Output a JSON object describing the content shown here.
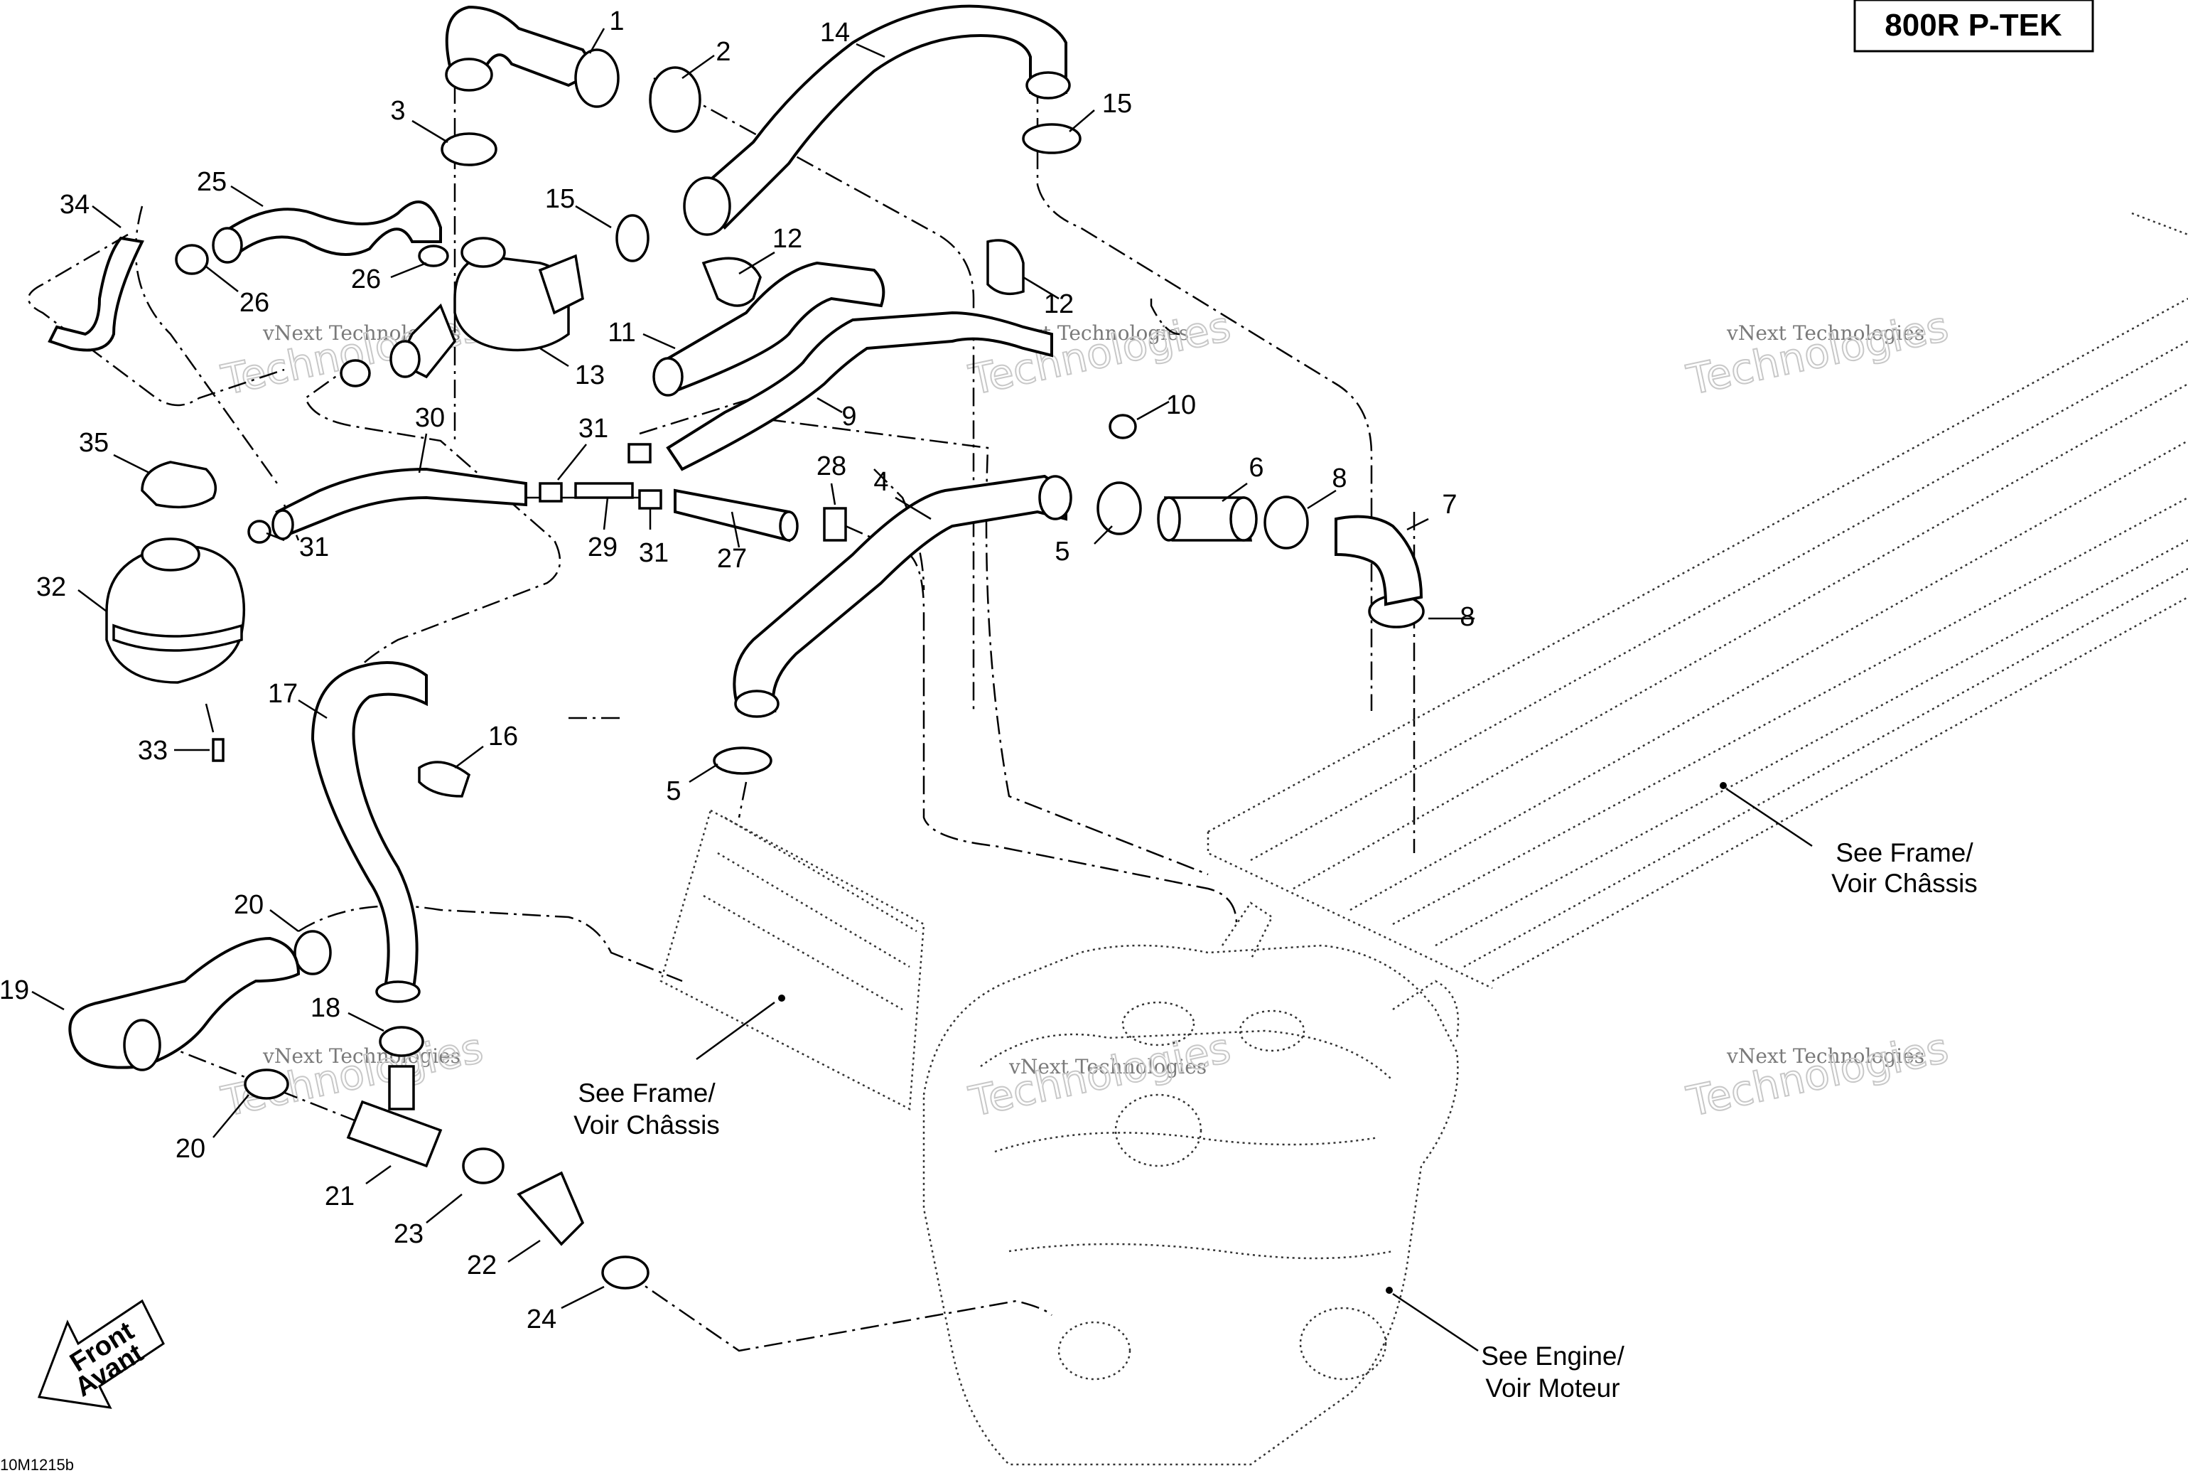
{
  "model_badge": "800R P-TEK",
  "drawing_code": "10M1215b",
  "direction_label": {
    "line1": "Front",
    "line2": "Avant"
  },
  "notes": {
    "frame_right": {
      "line1": "See Frame/",
      "line2": "Voir Châssis"
    },
    "frame_center": {
      "line1": "See Frame/",
      "line2": "Voir Châssis"
    },
    "engine": {
      "line1": "See Engine/",
      "line2": "Voir Moteur"
    }
  },
  "watermark": {
    "company": "vNext Technologies",
    "big": "Technologies",
    "small_top": "vNext"
  },
  "callouts": [
    "1",
    "2",
    "3",
    "14",
    "15",
    "34",
    "25",
    "15",
    "26",
    "26",
    "12",
    "12",
    "11",
    "13",
    "9",
    "10",
    "35",
    "30",
    "31",
    "28",
    "4",
    "6",
    "8",
    "7",
    "31",
    "29",
    "31",
    "27",
    "5",
    "32",
    "17",
    "16",
    "8",
    "33",
    "5",
    "20",
    "19",
    "18",
    "20",
    "21",
    "23",
    "22",
    "24"
  ]
}
